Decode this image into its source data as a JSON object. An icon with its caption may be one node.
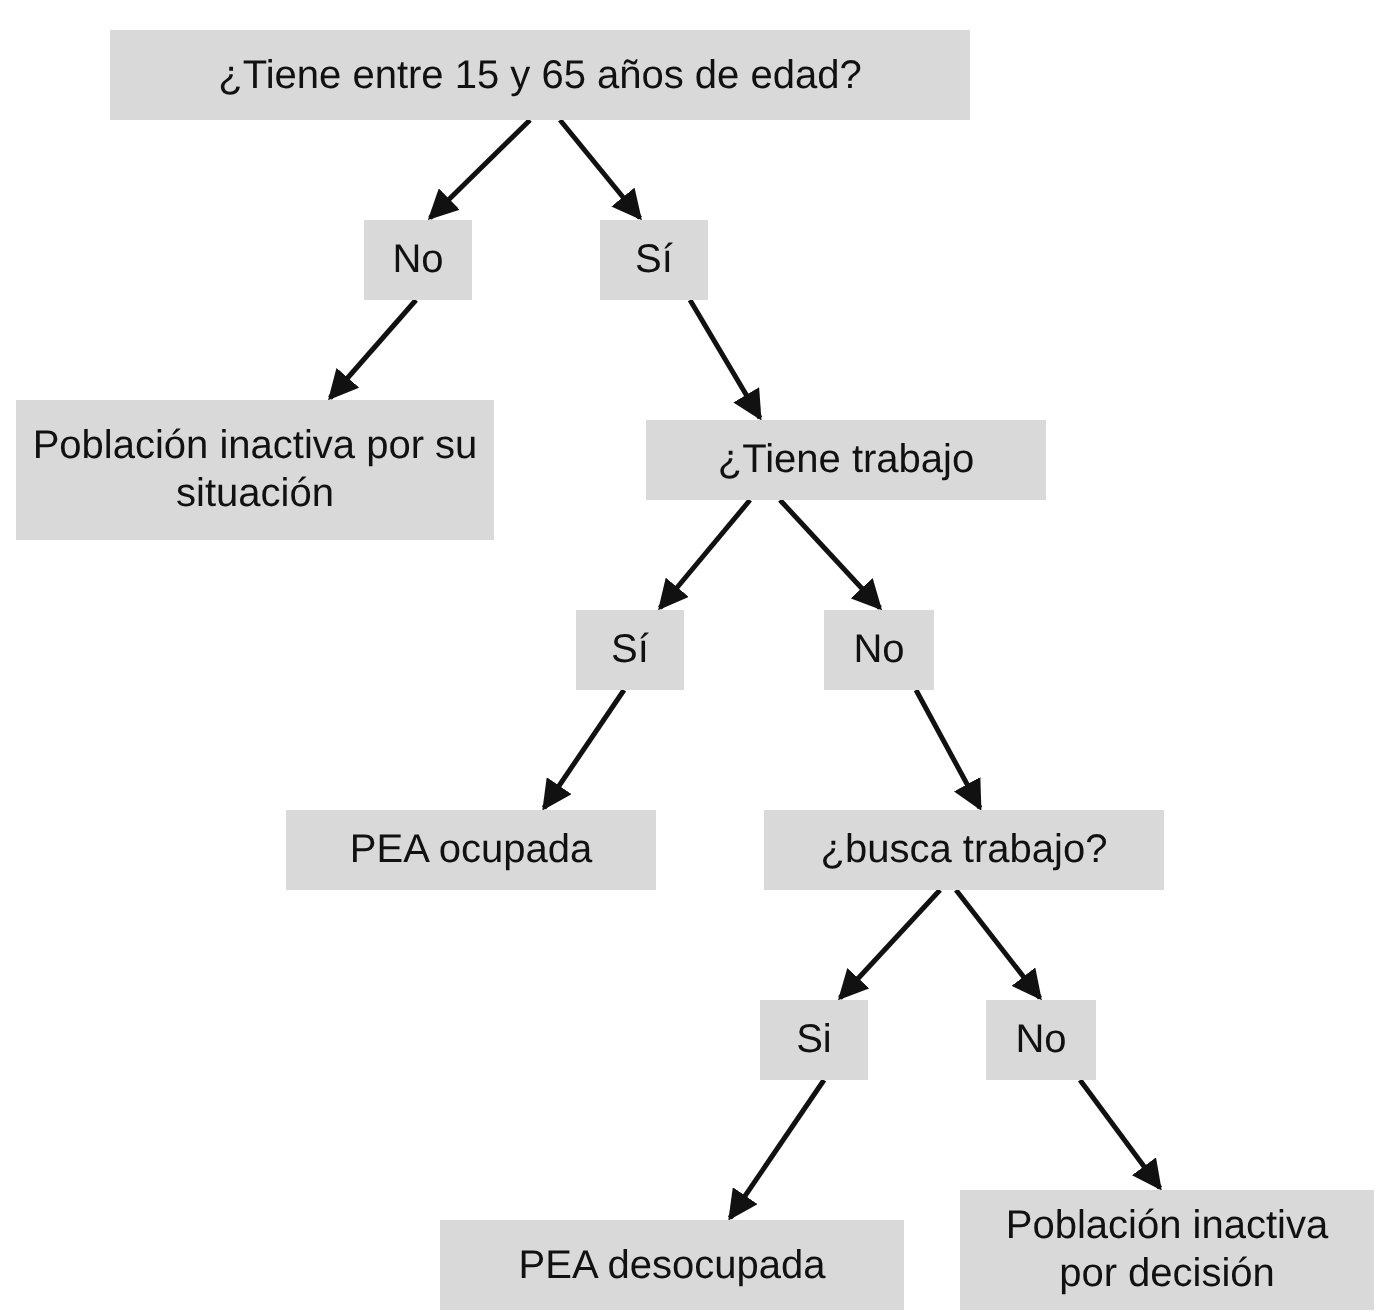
{
  "diagram": {
    "nodes": [
      {
        "text": [
          "¿Tiene entre 15 y 65 años de edad?"
        ]
      },
      {
        "text": [
          "No"
        ]
      },
      {
        "text": [
          "Sí"
        ]
      },
      {
        "text": [
          "Población inactiva por su situación"
        ]
      },
      {
        "text": [
          "¿Tiene trabajo"
        ]
      },
      {
        "text": [
          "Sí"
        ]
      },
      {
        "text": [
          "No"
        ]
      },
      {
        "text": [
          "PEA ocupada"
        ]
      },
      {
        "text": [
          "¿busca trabajo?"
        ]
      },
      {
        "text": [
          "Si"
        ]
      },
      {
        "text": [
          "No"
        ]
      },
      {
        "text": [
          "PEA desocupada"
        ]
      },
      {
        "text": [
          "Población inactiva por decisión"
        ]
      }
    ],
    "edges": [
      {
        "from": 0,
        "to": 1,
        "arrow": "to"
      },
      {
        "from": 0,
        "to": 2,
        "arrow": "to"
      },
      {
        "from": 1,
        "to": 3,
        "arrow": "to"
      },
      {
        "from": 2,
        "to": 4,
        "arrow": "to"
      },
      {
        "from": 4,
        "to": 5,
        "arrow": "to"
      },
      {
        "from": 4,
        "to": 6,
        "arrow": "to"
      },
      {
        "from": 5,
        "to": 7,
        "arrow": "to"
      },
      {
        "from": 6,
        "to": 8,
        "arrow": "to"
      },
      {
        "from": 8,
        "to": 9,
        "arrow": "to"
      },
      {
        "from": 8,
        "to": 10,
        "arrow": "to"
      },
      {
        "from": 9,
        "to": 11,
        "arrow": "to"
      },
      {
        "from": 10,
        "to": 12,
        "arrow": "to"
      }
    ]
  }
}
